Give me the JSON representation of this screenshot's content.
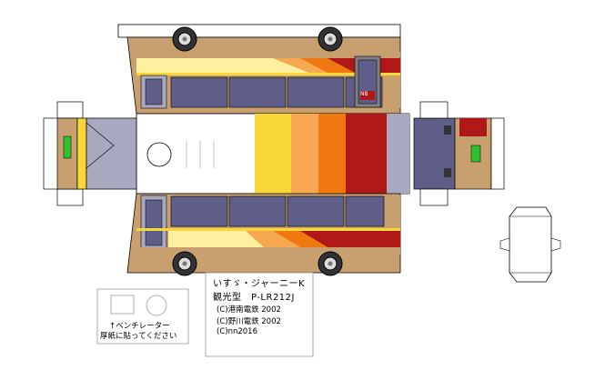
{
  "model": {
    "name": "いすゞ・ジャーニーK",
    "type_line": "観光型　P-LR212J"
  },
  "credits": [
    "(C)港南電鉄 2002",
    "(C)野川電鉄 2002",
    "(C)nn2016"
  ],
  "note": {
    "line1": "↑ベンチレーター",
    "line2": "厚紙に貼ってください"
  },
  "destination_text": "NB",
  "colors": {
    "body_tan": "#c8a070",
    "red": "#b01818",
    "orange": "#f07810",
    "light_orange": "#f8a850",
    "yellow": "#f8d838",
    "pale_yellow": "#fff0a0",
    "window": "#5e5e88",
    "roof": "#ffffff",
    "grey": "#a8a8c0",
    "dark_grey": "#808080",
    "green_sign": "#30c030"
  }
}
